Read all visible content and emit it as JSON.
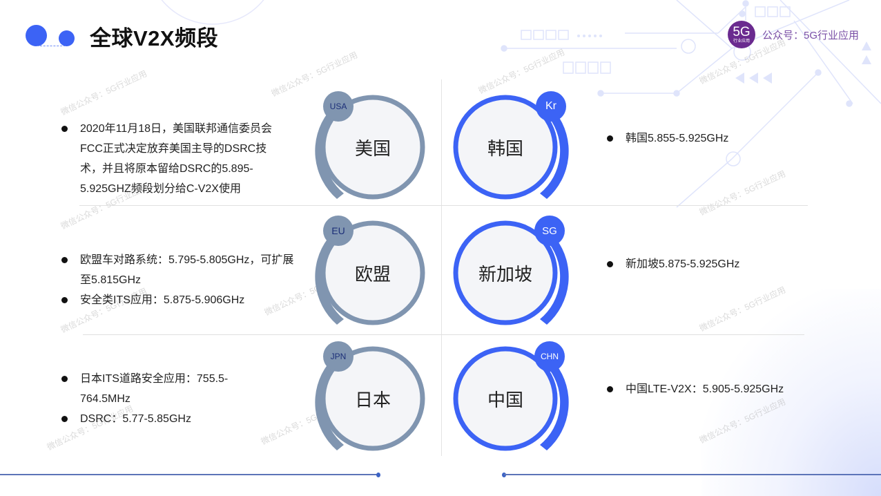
{
  "header": {
    "title": "全球V2X频段",
    "brand": {
      "logo_big": "5G",
      "logo_small": "行业应用",
      "text": "公众号：5G行业应用"
    }
  },
  "watermark": "微信公众号：5G行业应用",
  "colors": {
    "accent_blue": "#3c63f5",
    "accent_grey": "#8095b0",
    "brand_purple": "#6a2a8f",
    "circle_fill": "#f4f5f8"
  },
  "regions": {
    "usa": {
      "badge": "USA",
      "name": "美国",
      "bullets": [
        "2020年11月18日，美国联邦通信委员会FCC正式决定放弃美国主导的DSRC技术，并且将原本留给DSRC的5.895-5.925GHZ频段划分给C-V2X使用"
      ]
    },
    "kr": {
      "badge": "Kr",
      "name": "韩国",
      "bullets": [
        "韩国5.855-5.925GHz"
      ]
    },
    "eu": {
      "badge": "EU",
      "name": "欧盟",
      "bullets": [
        "欧盟车对路系统：5.795-5.805GHz，可扩展至5.815GHz",
        "安全类ITS应用：5.875-5.906GHz"
      ]
    },
    "sg": {
      "badge": "SG",
      "name": "新加坡",
      "bullets": [
        "新加坡5.875-5.925GHz"
      ]
    },
    "jpn": {
      "badge": "JPN",
      "name": "日本",
      "bullets": [
        "日本ITS道路安全应用：755.5-764.5MHz",
        "DSRC：5.77-5.85GHz"
      ]
    },
    "chn": {
      "badge": "CHN",
      "name": "中国",
      "bullets": [
        "中国LTE-V2X：5.905-5.925GHz"
      ]
    }
  }
}
